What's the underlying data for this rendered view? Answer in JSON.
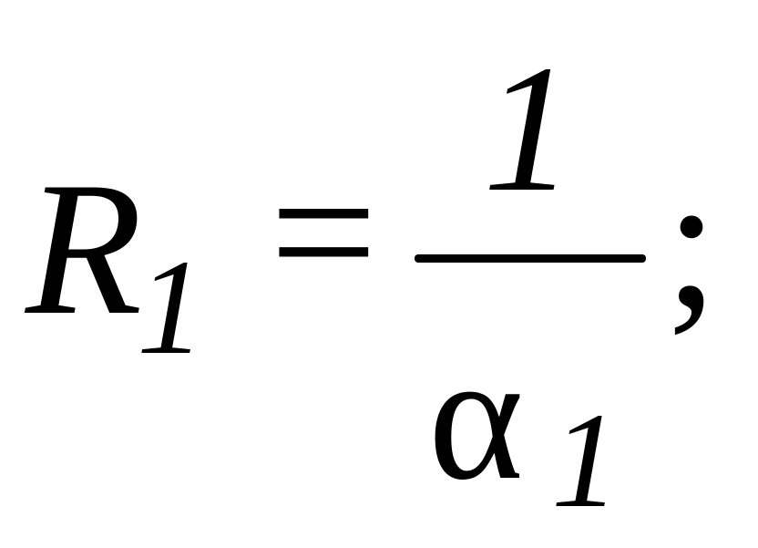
{
  "formula": {
    "lhs_var": "R",
    "lhs_sub": "1",
    "equals": "=",
    "numerator": "1",
    "denominator_var": "α",
    "denominator_sub": "1",
    "terminator": ";"
  }
}
